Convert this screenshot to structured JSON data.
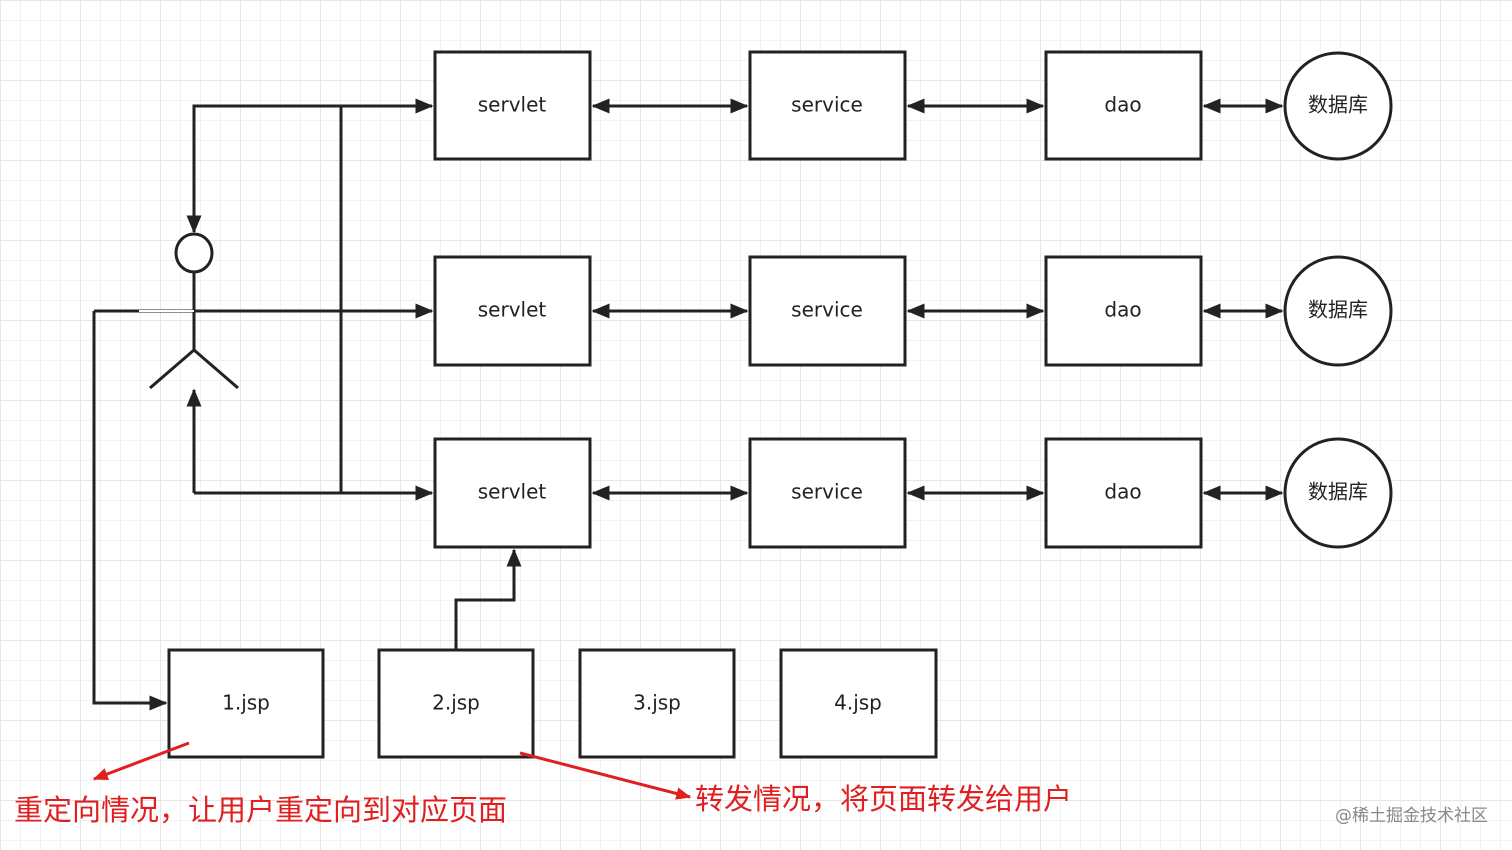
{
  "colors": {
    "stroke": "#222222",
    "annotation": "#e02020",
    "watermark": "#888888"
  },
  "rows": [
    {
      "servlet": "servlet",
      "service": "service",
      "dao": "dao",
      "db": "数据库"
    },
    {
      "servlet": "servlet",
      "service": "service",
      "dao": "dao",
      "db": "数据库"
    },
    {
      "servlet": "servlet",
      "service": "service",
      "dao": "dao",
      "db": "数据库"
    }
  ],
  "jsps": [
    "1.jsp",
    "2.jsp",
    "3.jsp",
    "4.jsp"
  ],
  "actor": {
    "icon": "user-actor-icon"
  },
  "annotations": {
    "redirect": "重定向情况，让用户重定向到对应页面",
    "forward": "转发情况，将页面转发给用户"
  },
  "watermark": "@稀土掘金技术社区"
}
